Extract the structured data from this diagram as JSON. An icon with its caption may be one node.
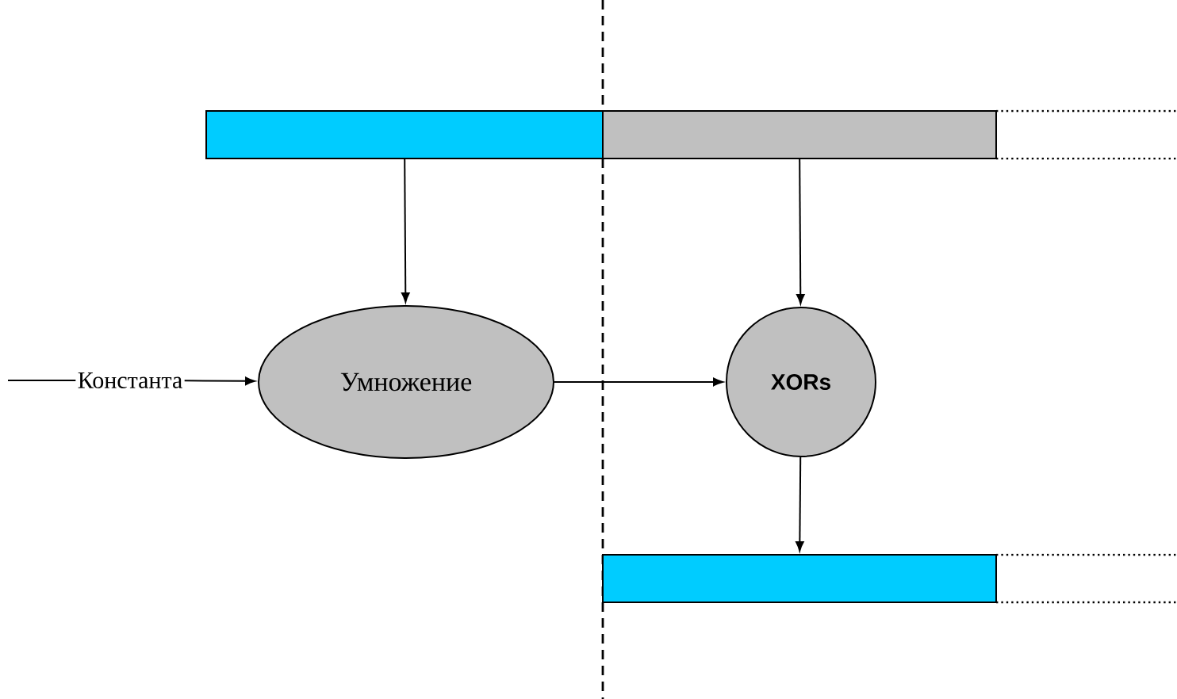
{
  "diagram": {
    "nodes": [
      {
        "text": [],
        "shape": "bar"
      },
      {
        "text": [],
        "shape": "bar"
      },
      {
        "text": [
          "Константа"
        ]
      },
      {
        "text": [
          "Умножение"
        ]
      },
      {
        "text": [
          "XORs"
        ]
      },
      {
        "text": [],
        "shape": "bar"
      }
    ],
    "edges": [
      {
        "from": null,
        "to": 2,
        "arrow": "none"
      },
      {
        "from": 2,
        "to": 3,
        "arrow": "to"
      },
      {
        "from": 0,
        "to": 3,
        "arrow": "to"
      },
      {
        "from": 3,
        "to": 4,
        "arrow": "to"
      },
      {
        "from": 1,
        "to": 4,
        "arrow": "to"
      },
      {
        "from": 4,
        "to": 5,
        "arrow": "to"
      }
    ]
  }
}
